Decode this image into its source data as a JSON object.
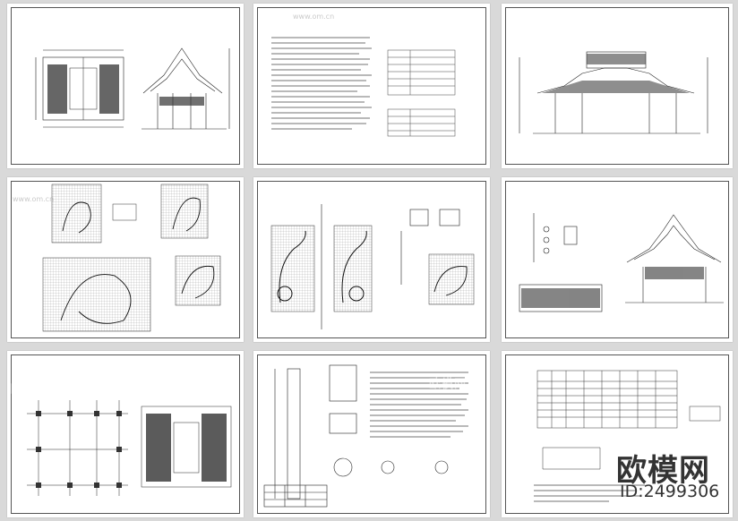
{
  "watermark": {
    "site_name": "欧模网",
    "url": "www.om.cn",
    "brand": "欧模网",
    "id_label": "ID:2499306"
  },
  "sheets": [
    {
      "name": "plan-and-section",
      "captions": [
        "",
        ""
      ]
    },
    {
      "name": "design-notes",
      "captions": []
    },
    {
      "name": "front-elevation",
      "captions": [
        ""
      ]
    },
    {
      "name": "ornament-grids",
      "captions": [
        "",
        "",
        ""
      ]
    },
    {
      "name": "gable-details",
      "captions": [
        "",
        ""
      ]
    },
    {
      "name": "roof-details",
      "captions": [
        "",
        ""
      ]
    },
    {
      "name": "column-plans",
      "captions": [
        "",
        ""
      ]
    },
    {
      "name": "foundation-details",
      "captions": [
        ""
      ]
    },
    {
      "name": "schedule-table",
      "captions": [
        "",
        ""
      ]
    }
  ],
  "colors": {
    "background": "#d9d9d9",
    "sheet": "#ffffff",
    "line": "#222222",
    "brand_text": "#333333"
  }
}
